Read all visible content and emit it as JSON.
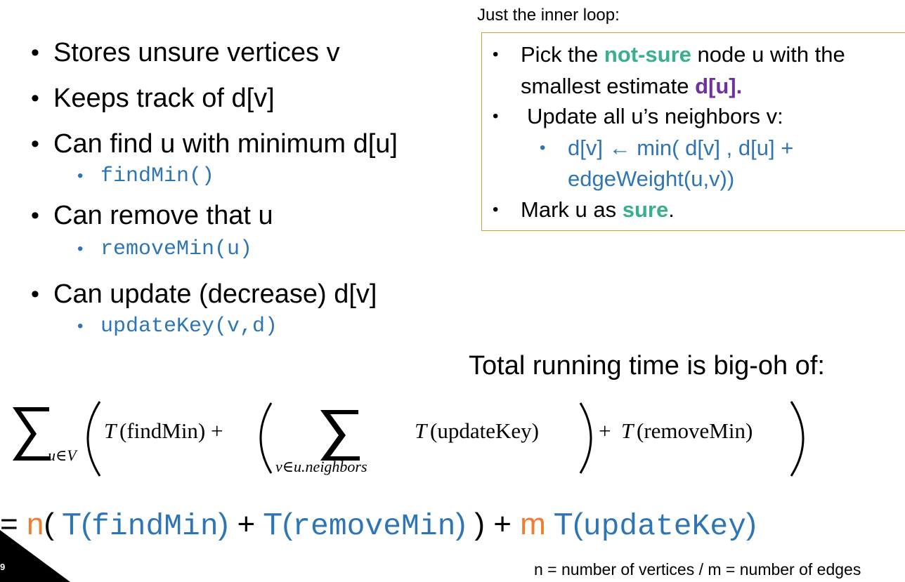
{
  "bullets": [
    {
      "text": "Stores unsure vertices v"
    },
    {
      "text": "Keeps track of d[v]"
    },
    {
      "text": "Can find u with minimum d[u]",
      "sub": "findMin()"
    },
    {
      "text": "Can remove that u",
      "sub": "removeMin(u)"
    },
    {
      "text": "Can update (decrease) d[v]",
      "sub": "updateKey(v,d)"
    }
  ],
  "inner_loop": {
    "title": "Just the inner loop:",
    "item1_pre": "Pick the ",
    "item1_not_sure": "not-sure",
    "item1_mid": " node u with the",
    "item1_line2": "smallest estimate ",
    "item1_du": "d[u].",
    "item2": "Update all u’s neighbors v:",
    "item2_sub_line1": "d[v] ← min( d[v] , d[u] +",
    "item2_sub_line2": "edgeWeight(u,v))",
    "item3_pre": "Mark u as ",
    "item3_sure": "sure",
    "item3_post": "."
  },
  "total_label": "Total running time is big-oh of:",
  "formula": {
    "outer_sub": "u∈V",
    "t_findmin": "T",
    "findmin": "(findMin) +",
    "inner_sub": "v∈u.neighbors",
    "t_update": "T",
    "updatekey": "(updateKey)",
    "plus": "+",
    "t_remove": "T",
    "removemin": "(removeMin)"
  },
  "equation": {
    "eq": "= ",
    "n": "n",
    "open": "( ",
    "t1": "T(",
    "findmin": "findMin",
    "close1": ")",
    "plus1": " + ",
    "t2": "T(",
    "removemin": "removeMin",
    "close2": ")",
    "close_outer": " ) + ",
    "m": "m",
    "t3": " T(",
    "updatekey": "updateKey",
    "close3": ")"
  },
  "note": "n = number of vertices / m = number of edges",
  "slide_number": "9",
  "colors": {
    "teal": "#3aaf8f",
    "purple": "#7030a0",
    "blue": "#2e75b6",
    "orange": "#ed7d31",
    "box_border": "#d2a13b"
  }
}
